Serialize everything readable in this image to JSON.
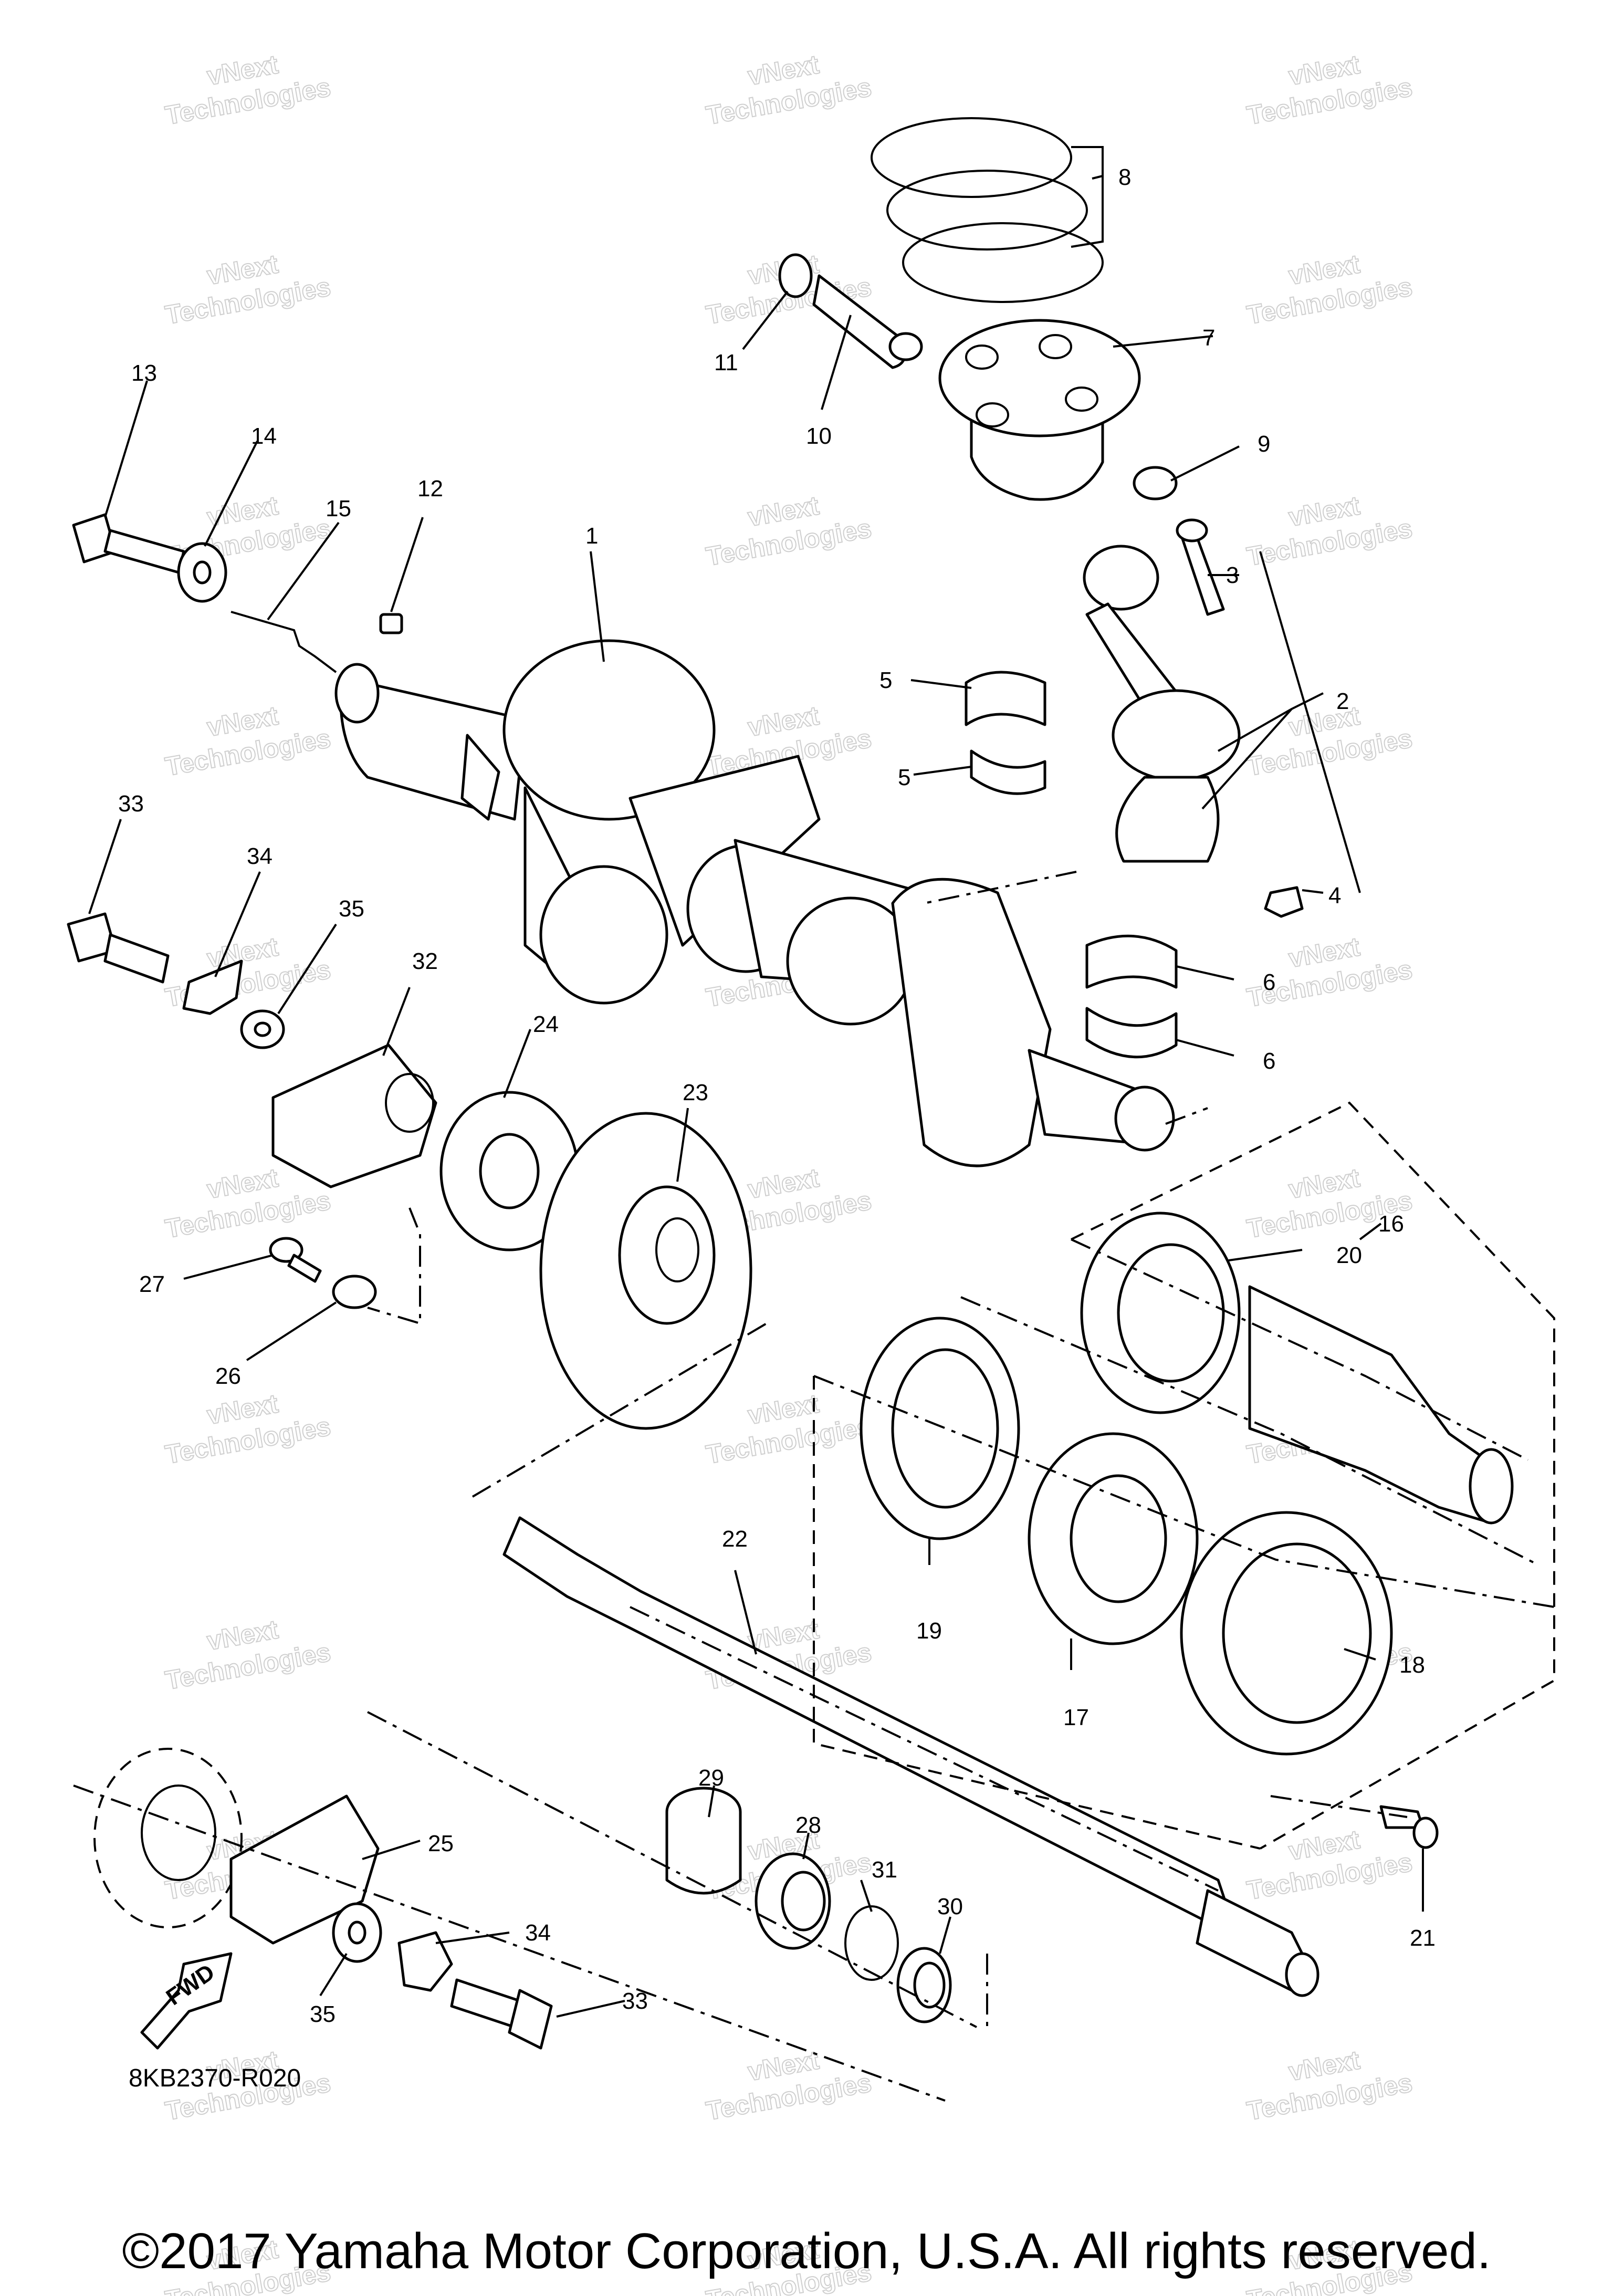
{
  "watermark": {
    "line1": "vNext",
    "line2": "Technologies"
  },
  "callouts": {
    "c1": "1",
    "c2": "2",
    "c3": "3",
    "c4": "4",
    "c5a": "5",
    "c5b": "5",
    "c6a": "6",
    "c6b": "6",
    "c7": "7",
    "c8": "8",
    "c9": "9",
    "c10": "10",
    "c11": "11",
    "c12": "12",
    "c13": "13",
    "c14": "14",
    "c15": "15",
    "c16": "16",
    "c17": "17",
    "c18": "18",
    "c19": "19",
    "c20": "20",
    "c21": "21",
    "c22": "22",
    "c23": "23",
    "c24": "24",
    "c25": "25",
    "c26": "26",
    "c27": "27",
    "c28": "28",
    "c29": "29",
    "c30": "30",
    "c31": "31",
    "c32": "32",
    "c33a": "33",
    "c33b": "33",
    "c34a": "34",
    "c34b": "34",
    "c35a": "35",
    "c35b": "35"
  },
  "fwd_label": "FWD",
  "drawing_code": "8KB2370-R020",
  "copyright": "©2017 Yamaha Motor Corporation, U.S.A. All rights reserved."
}
